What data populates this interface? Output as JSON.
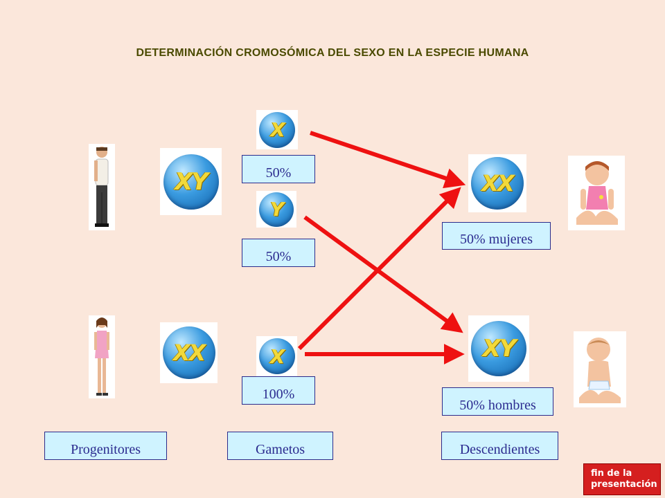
{
  "title": "DETERMINACIÓN CROMOSÓMICA DEL SEXO EN LA ESPECIE HUMANA",
  "chromosomes": {
    "father": "XY",
    "mother": "XX",
    "gamete_x_father": "X",
    "gamete_y_father": "Y",
    "gamete_x_mother": "X",
    "daughter": "XX",
    "son": "XY"
  },
  "percentages": {
    "gamete_x_father": "50%",
    "gamete_y_father": "50%",
    "gamete_x_mother": "100%",
    "daughters": "50% mujeres",
    "sons": "50% hombres"
  },
  "columns": {
    "parents": "Progenitores",
    "gametes": "Gametos",
    "offspring": "Descendientes"
  },
  "end_button": {
    "line1": "fin de la",
    "line2": "presentación"
  },
  "colors": {
    "background": "#fbe7db",
    "arrow": "#ee1111",
    "label_box": "#cff3ff",
    "label_text": "#2b2b8f"
  }
}
